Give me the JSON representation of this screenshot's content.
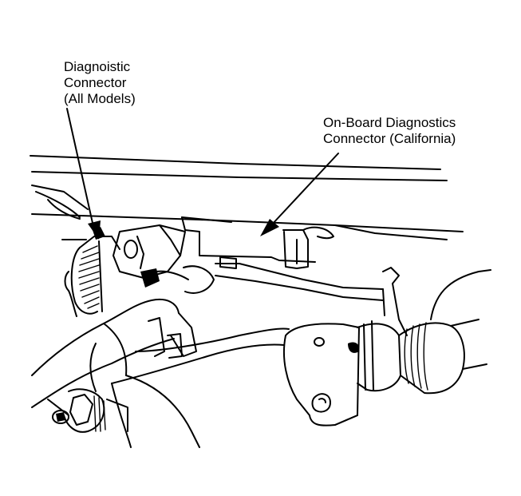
{
  "callouts": {
    "diagnostic_connector": {
      "line1": "Diagnoistic",
      "line2": "Connector",
      "line3": "(All Models)"
    },
    "obd_connector": {
      "line1": "On-Board Diagnostics",
      "line2": "Connector (California)"
    }
  },
  "colors": {
    "ink": "#000000",
    "paper": "#ffffff"
  }
}
